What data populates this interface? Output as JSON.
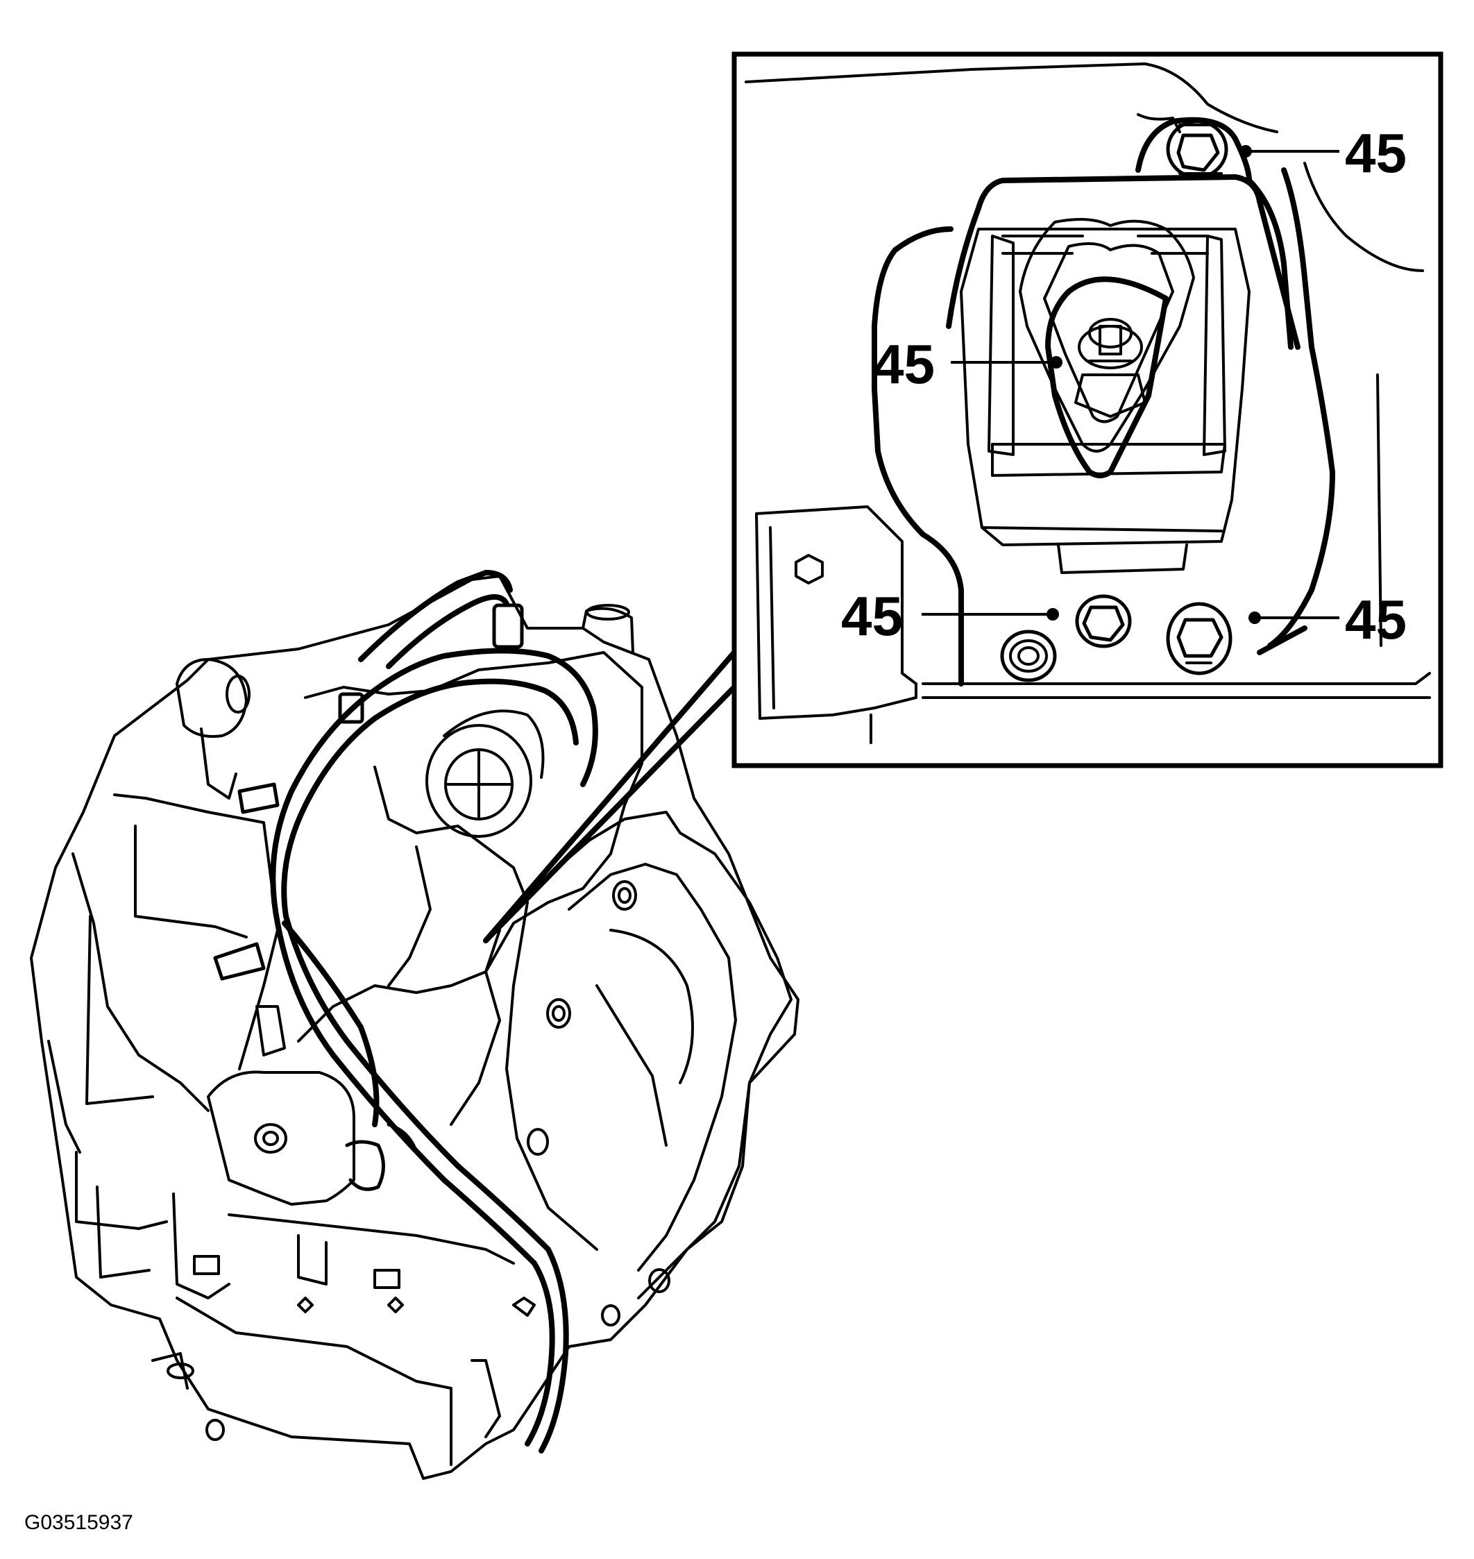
{
  "figure_id": "G03515937",
  "callouts": [
    {
      "id": "top-right",
      "label": "45"
    },
    {
      "id": "center-left",
      "label": "45"
    },
    {
      "id": "lower-left",
      "label": "45"
    },
    {
      "id": "lower-right",
      "label": "45"
    }
  ]
}
